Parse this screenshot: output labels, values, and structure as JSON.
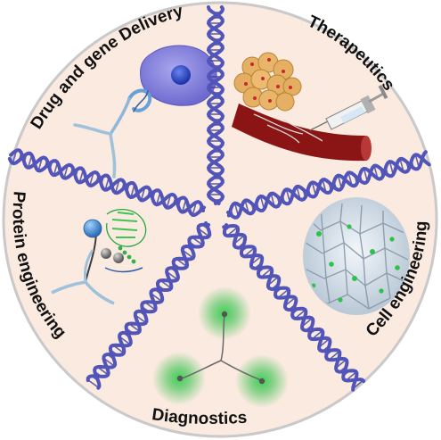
{
  "labels": {
    "top_left": "Drug and gene Delivery",
    "top_right": "Therapeutics",
    "left": "Protein engineering",
    "right": "Cell engineering",
    "bottom": "Diagnostics"
  },
  "colors": {
    "disc_fill": "#fbeae0",
    "disc_border": "#c9c9c9",
    "dna_strand": "#5154b8",
    "dna_rung": "#3b3e9a",
    "cell_body": "#7b78d6",
    "nucleus": "#2f45b8",
    "vessel": "#8b1414",
    "fat_cells": "#e6b064",
    "glow_green": "#25c043",
    "hydrogel": "#c8d6e2"
  },
  "icons": [
    "dna-helix-icon",
    "cell-icon",
    "syringe-icon",
    "blood-vessel-icon",
    "protein-icon",
    "glow-probe-icon",
    "hydrogel-icon"
  ]
}
